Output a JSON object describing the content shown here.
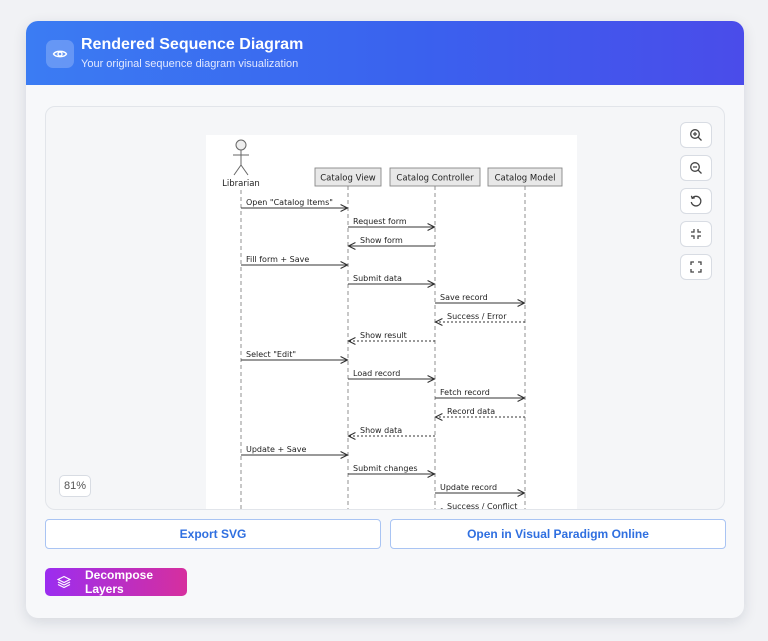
{
  "header": {
    "title": "Rendered Sequence Diagram",
    "subtitle": "Your original sequence diagram visualization",
    "icon": "eye-icon"
  },
  "viewer": {
    "zoom": "81%",
    "tools": [
      "zoom-in-icon",
      "zoom-out-icon",
      "reset-icon",
      "fit-icon",
      "fullscreen-icon"
    ]
  },
  "diagram": {
    "actor": "Librarian",
    "participants": [
      "Catalog View",
      "Catalog Controller",
      "Catalog Model"
    ],
    "messages": [
      {
        "from": 0,
        "to": 1,
        "label": "Open \"Catalog Items\"",
        "dashed": false
      },
      {
        "from": 1,
        "to": 2,
        "label": "Request form",
        "dashed": false
      },
      {
        "from": 2,
        "to": 1,
        "label": "Show form",
        "dashed": false
      },
      {
        "from": 0,
        "to": 1,
        "label": "Fill form + Save",
        "dashed": false
      },
      {
        "from": 1,
        "to": 2,
        "label": "Submit data",
        "dashed": false
      },
      {
        "from": 2,
        "to": 3,
        "label": "Save record",
        "dashed": false
      },
      {
        "from": 3,
        "to": 2,
        "label": "Success / Error",
        "dashed": true
      },
      {
        "from": 2,
        "to": 1,
        "label": "Show result",
        "dashed": true
      },
      {
        "from": 0,
        "to": 1,
        "label": "Select \"Edit\"",
        "dashed": false
      },
      {
        "from": 1,
        "to": 2,
        "label": "Load record",
        "dashed": false
      },
      {
        "from": 2,
        "to": 3,
        "label": "Fetch record",
        "dashed": false
      },
      {
        "from": 3,
        "to": 2,
        "label": "Record data",
        "dashed": true
      },
      {
        "from": 2,
        "to": 1,
        "label": "Show data",
        "dashed": true
      },
      {
        "from": 0,
        "to": 1,
        "label": "Update + Save",
        "dashed": false
      },
      {
        "from": 1,
        "to": 2,
        "label": "Submit changes",
        "dashed": false
      },
      {
        "from": 2,
        "to": 3,
        "label": "Update record",
        "dashed": false
      },
      {
        "from": 3,
        "to": 2,
        "label": "Success / Conflict",
        "dashed": true
      }
    ]
  },
  "actions": {
    "export": "Export SVG",
    "open": "Open in Visual Paradigm Online",
    "decompose": "Decompose Layers"
  }
}
